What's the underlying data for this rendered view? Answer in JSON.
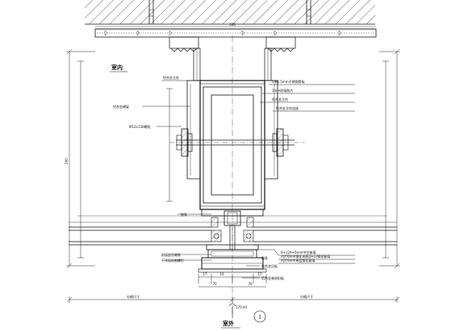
{
  "labels": {
    "indoor": "室内",
    "outdoor": "室外",
    "detail_no": "1",
    "ceiling_dim": "300",
    "right_1": "5厚1.5mm不锈钢骨板",
    "right_2": "1mm耐候胶片",
    "right_3": "铝合金立柱",
    "right_4": "铝合金立柱连接",
    "right_5": "8+12A+6mm中空玻璃",
    "right_6": "内片6mm钢化夹胶(J+G)钢化玻璃",
    "right_7": "内片6mm单层钢化玻璃",
    "left_1": "铝合金立柱",
    "left_2": "铝合金横梁",
    "left_3": "M12x130螺栓",
    "left_4": "胶条",
    "left_5": "耐候胶压缩条",
    "left_6": "不锈钢机制螺钉",
    "mid_1": "胶条",
    "mid_2": "铝合金压板",
    "mid_3": "铝合金装饰扣板",
    "bottom_left": "分格尺寸",
    "bottom_right": "分格尺寸",
    "bottom_center": "170.44",
    "dim_height": "200",
    "dim_left_a": "17",
    "dim_left_b": "10",
    "dim_left_c": "70",
    "dim_right_a": "17",
    "dim_right_b": "70"
  }
}
